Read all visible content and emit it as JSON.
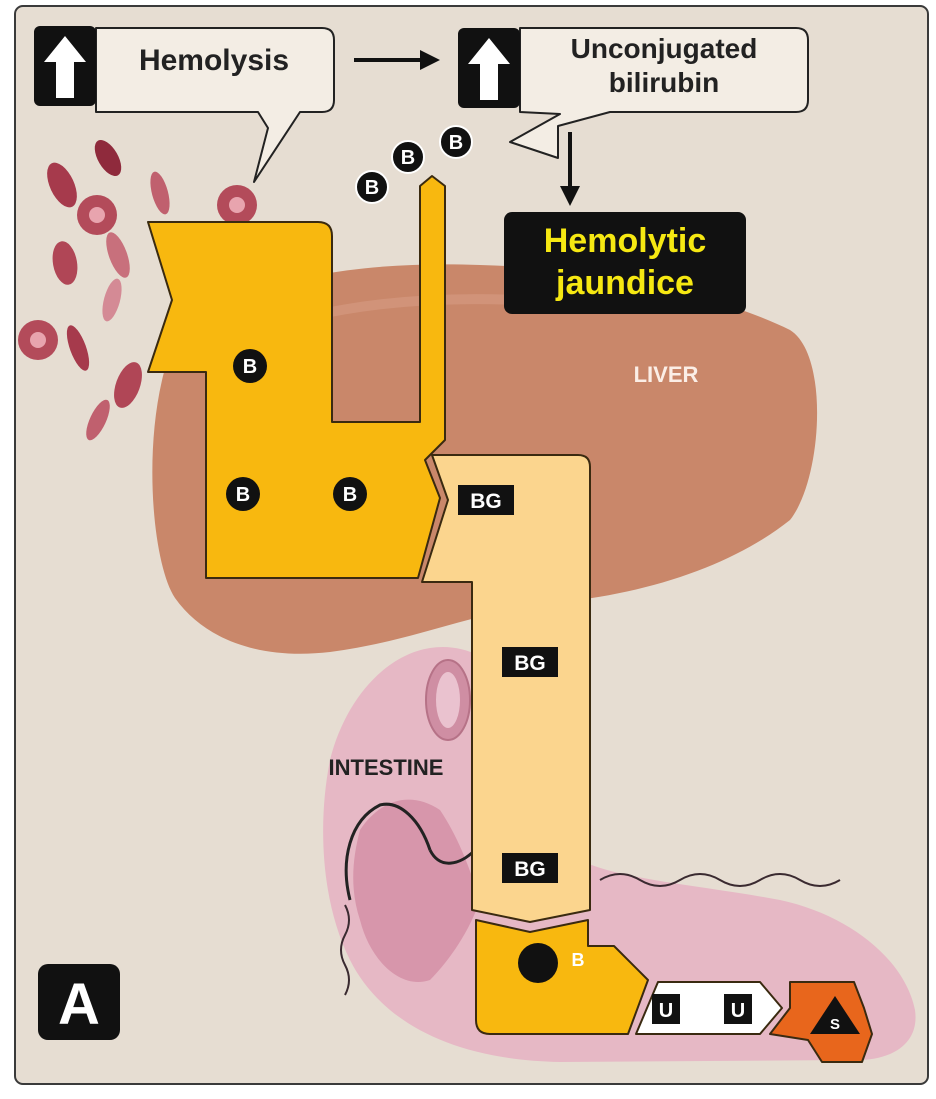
{
  "panel_letter": "A",
  "callouts": {
    "hemolysis": "Hemolysis",
    "unconjugated_line1": "Unconjugated",
    "unconjugated_line2": "bilirubin"
  },
  "outcome": {
    "line1": "Hemolytic",
    "line2": "jaundice"
  },
  "organs": {
    "liver": "LIVER",
    "intestine": "INTESTINE"
  },
  "molecules": {
    "bilirubin": "B",
    "bilirubin_glucuronide": "BG",
    "urobilinogen": "U",
    "stercobilin": "S"
  },
  "colors": {
    "background": "#e6ddd2",
    "bilirubin_yellow": "#f8b80f",
    "conjugated_pale": "#fbd58e",
    "liver": "#c9876a",
    "intestine_pink": "#e6b8c5",
    "stercobilin_orange": "#e8661c",
    "label_yellow": "#f6e812"
  },
  "icons": [
    "up-arrow-icon",
    "right-arrow-icon",
    "down-arrow-icon",
    "red-blood-cell-icon"
  ]
}
